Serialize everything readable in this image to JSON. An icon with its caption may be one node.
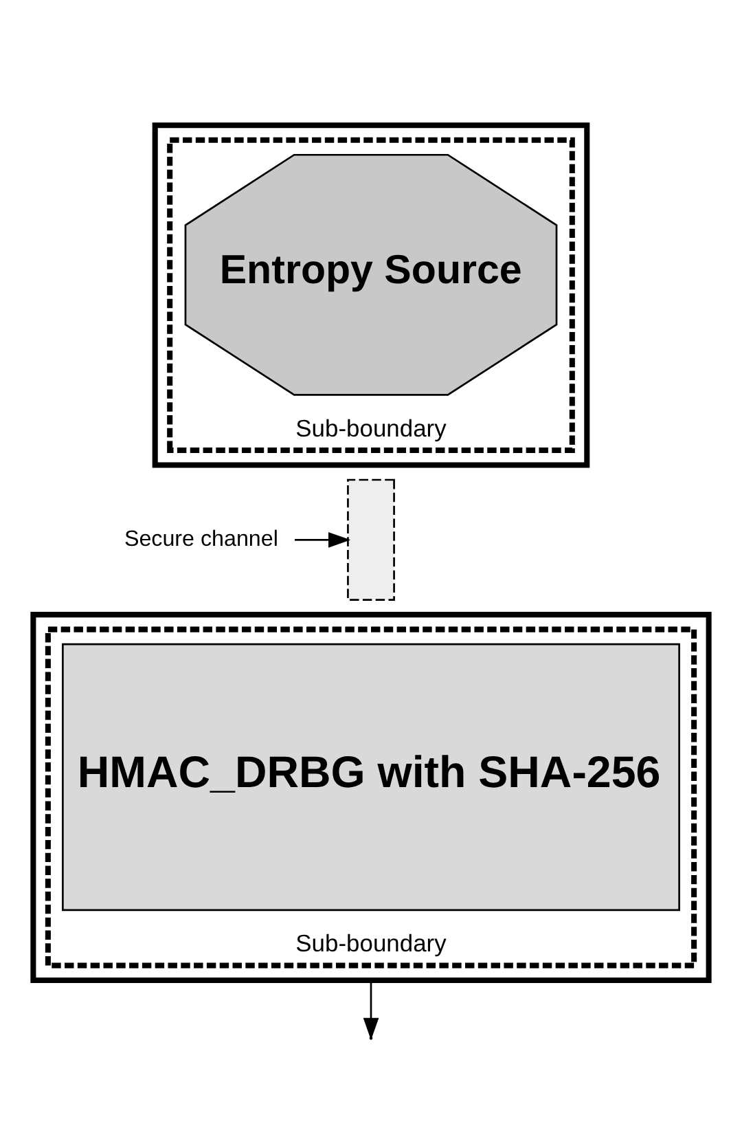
{
  "diagram": {
    "nodes": [
      {
        "text": [],
        "shape": "box"
      },
      {
        "text": [
          "Sub-boundary"
        ],
        "in": 0
      },
      {
        "text": [
          "Entropy Source"
        ],
        "in": 1
      },
      {
        "text": [],
        "shape": "box"
      },
      {
        "text": [
          "Sub-boundary"
        ],
        "in": 3
      },
      {
        "text": [
          "HMAC_DRBG with SHA-256"
        ],
        "in": 4
      },
      {
        "text": [],
        "shape": "bar"
      },
      {
        "text": [
          "Secure channel"
        ]
      }
    ],
    "edges": [
      {
        "from": 7,
        "to": 6,
        "arrow": "to"
      },
      {
        "from": 3,
        "to": null,
        "arrow": "to"
      }
    ]
  }
}
